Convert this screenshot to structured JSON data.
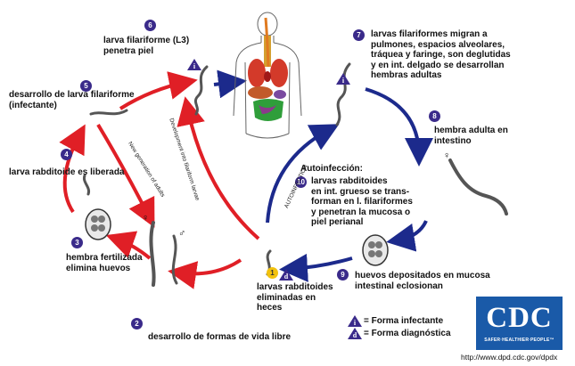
{
  "steps": [
    {
      "num": "2",
      "text": "desarrollo de formas de vida libre"
    },
    {
      "num": "3",
      "text": "hembra fertilizada\nelimina huevos"
    },
    {
      "num": "4",
      "text": "larva rabditoide es liberada"
    },
    {
      "num": "5",
      "text": "desarrollo de larva filariforme\n(infectante)"
    },
    {
      "num": "6",
      "text": "larva filariforme (L3)\npenetra piel"
    },
    {
      "num": "7",
      "text": "larvas filariformes migran a\npulmones, espacios alveolares,\ntráquea y faringe, son deglutidas\ny en int. delgado se desarrollan\nhembras adultas"
    },
    {
      "num": "8",
      "text": "hembra adulta en\nintestino"
    },
    {
      "num": "9",
      "text": "huevos depositados en mucosa\nintestinal eclosionan"
    },
    {
      "num": "10",
      "text": "larvas rabditoides\nen int. grueso se trans-\nforman en l. filariformes\ny penetran la mucosa o\npiel perianal"
    },
    {
      "num": "1",
      "text": "larvas rabditoides\neliminadas en\nheces"
    }
  ],
  "autoinfeccion_title": "Autoinfección:",
  "rotated": {
    "new_generation": "New generation of adults",
    "development": "Development into filariform larvae",
    "autoinfection": "AUTOINFECTION"
  },
  "legend": {
    "infective_symbol": "i",
    "infective": "= Forma infectante",
    "diagnostic_symbol": "d",
    "diagnostic": "= Forma diagnóstica"
  },
  "sex_symbols": {
    "female": "♀",
    "male": "♂"
  },
  "logo": {
    "name": "CDC",
    "tagline": "SAFER·HEALTHIER·PEOPLE™"
  },
  "url": "http://www.dpd.cdc.gov/dpdx",
  "colors": {
    "red_arrow": "#e01f26",
    "blue_arrow": "#1c2a8c",
    "step_circle": "#3a2a8a",
    "worm": "#555555",
    "logo_blue": "#1a5aa8"
  }
}
